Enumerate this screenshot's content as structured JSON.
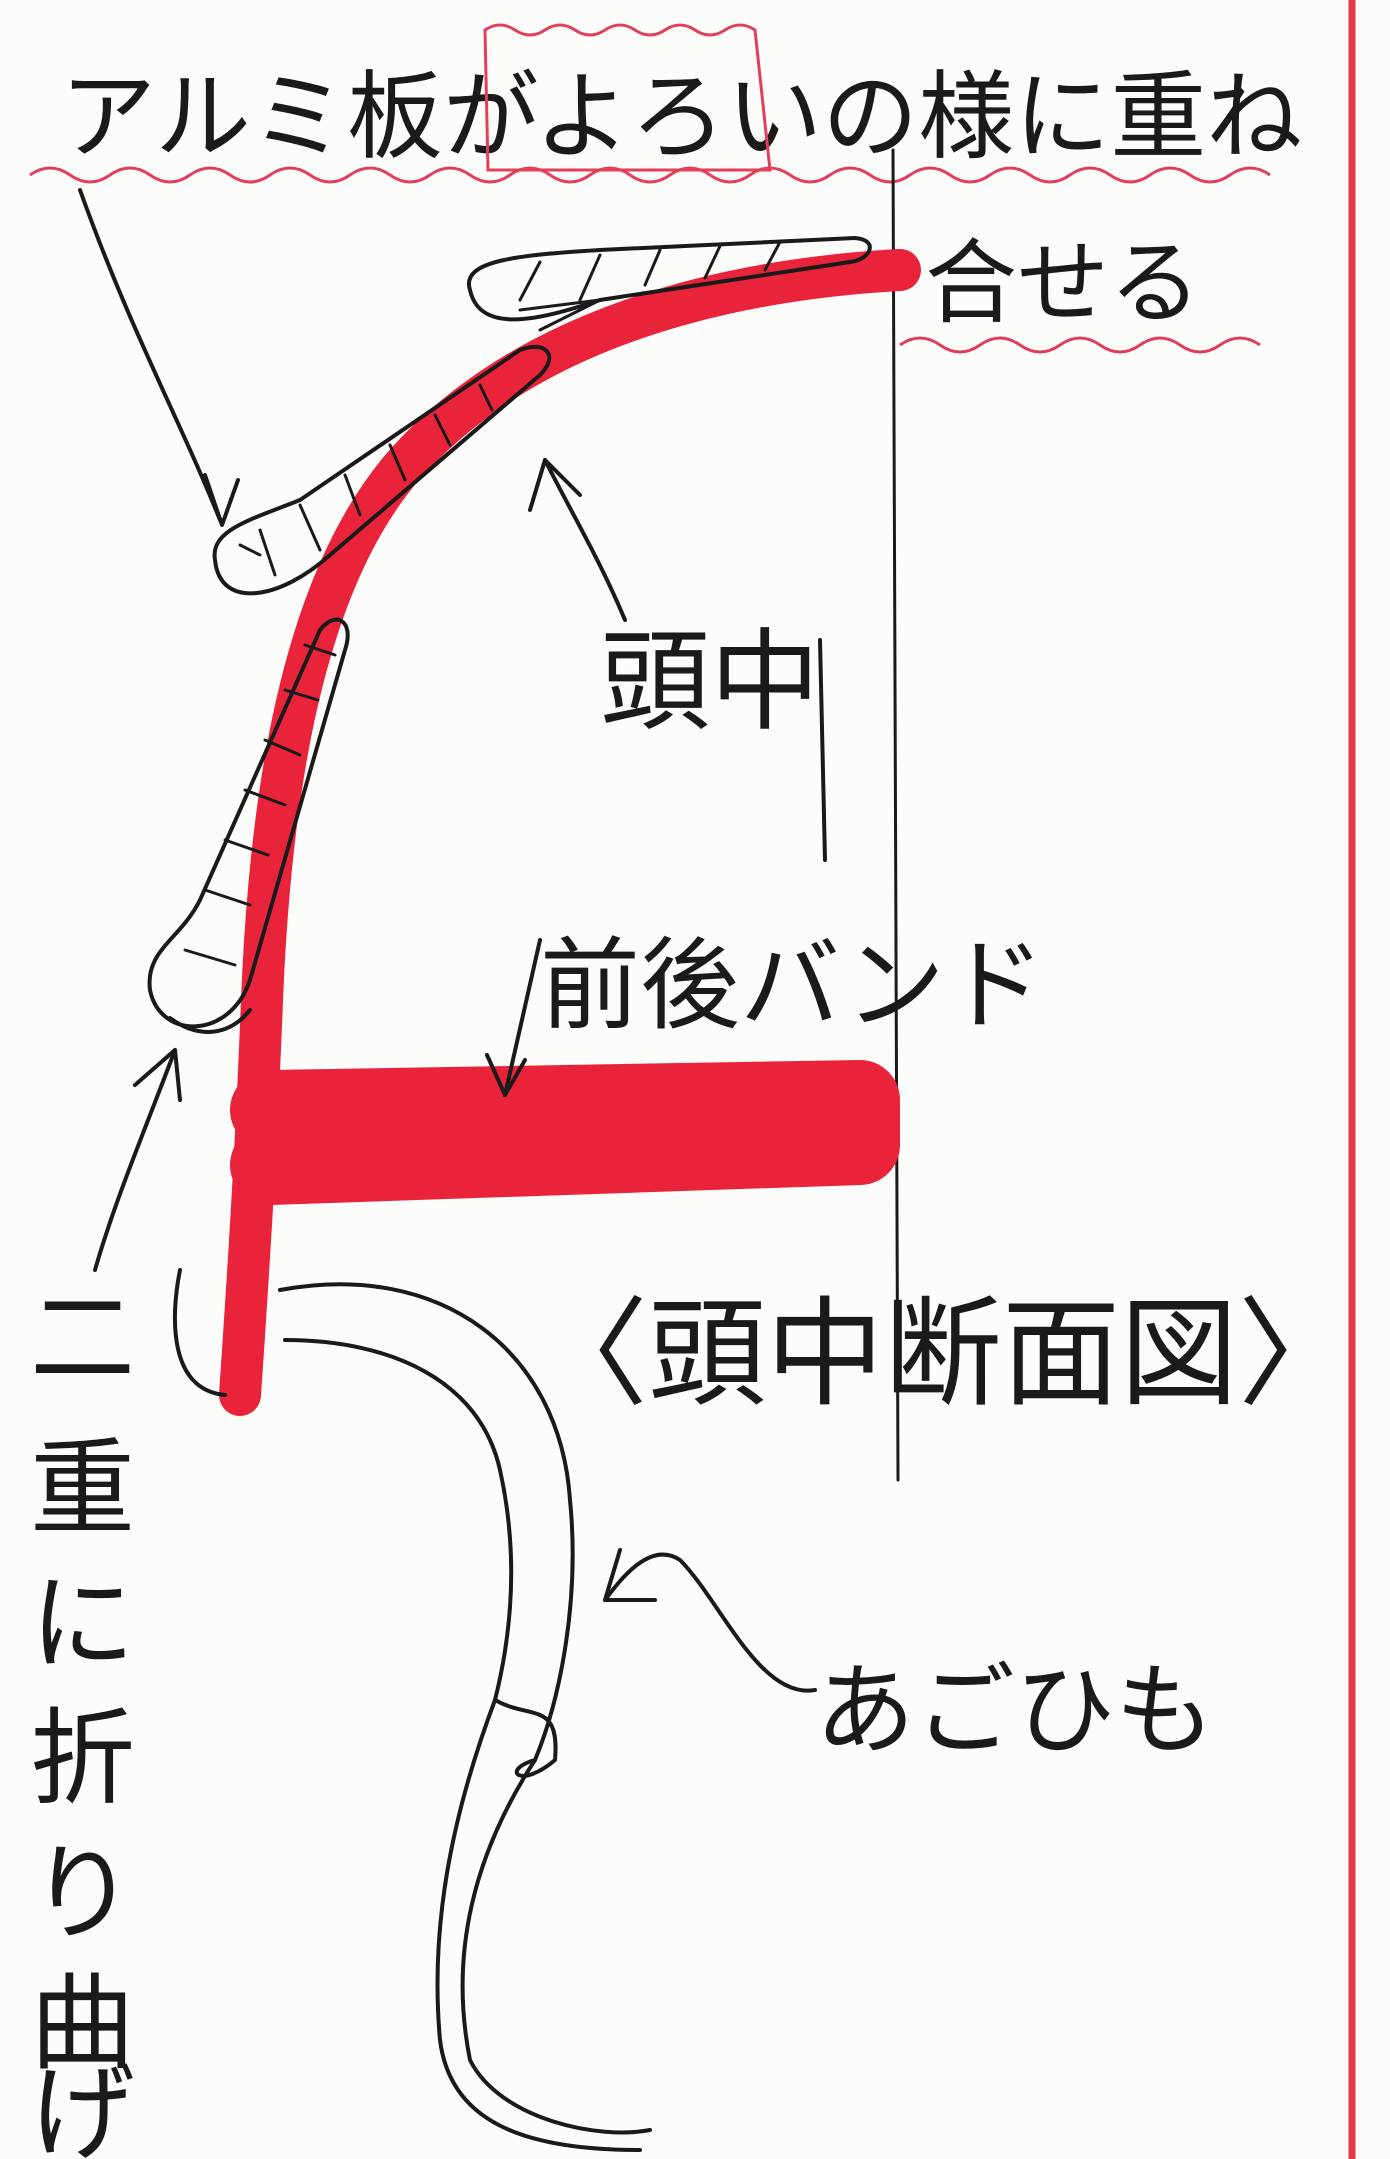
{
  "title_line1": "アルミ板がよろいの様に重ね",
  "title_line2": "合せる",
  "label_head_center": "頭中",
  "label_band": "前後バンド",
  "caption": "〈頭中断面図〉",
  "label_double_fold": "二重に折り曲げ",
  "label_chin_strap": "あごひも",
  "colors": {
    "red_band": "#e8233a",
    "ink": "#1a1a1a",
    "underline": "#e0405a"
  }
}
